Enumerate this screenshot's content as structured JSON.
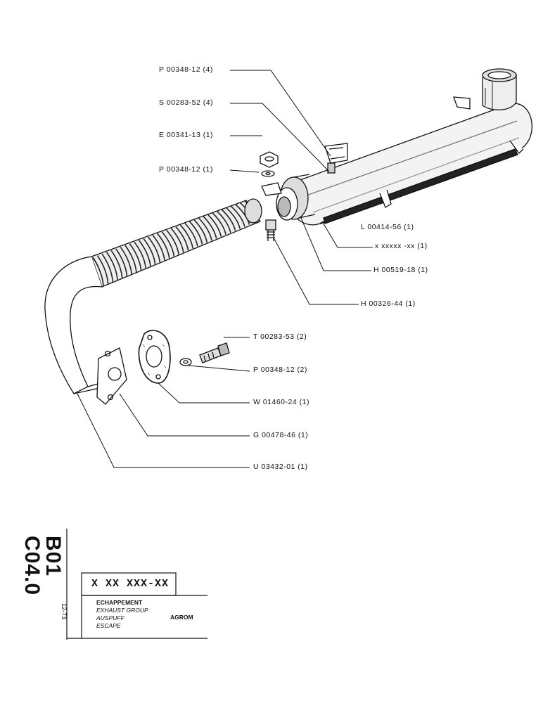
{
  "callouts": [
    "P 00348-12 (4)",
    "S 00283-52 (4)",
    "E 00341-13 (1)",
    "P 00348-12 (1)",
    "L 00414-56 (1)",
    "x xxxxx -xx (1)",
    "H 00519-18 (1)",
    "H 00326-44 (1)",
    "T 00283-53 (2)",
    "P 00348-12 (2)",
    "W 01460-24 (1)",
    "G 00478-46 (1)",
    "U 03432-01 (1)"
  ],
  "title_block": {
    "sheet_code": "B01 C04.0",
    "date": "12-73",
    "part_number": "X XX XXX-XX",
    "description_lines": [
      "ECHAPPEMENT",
      "EXHAUST GROUP",
      "AUSPUFF",
      "ESCAPE"
    ],
    "brand": "AGROM"
  }
}
